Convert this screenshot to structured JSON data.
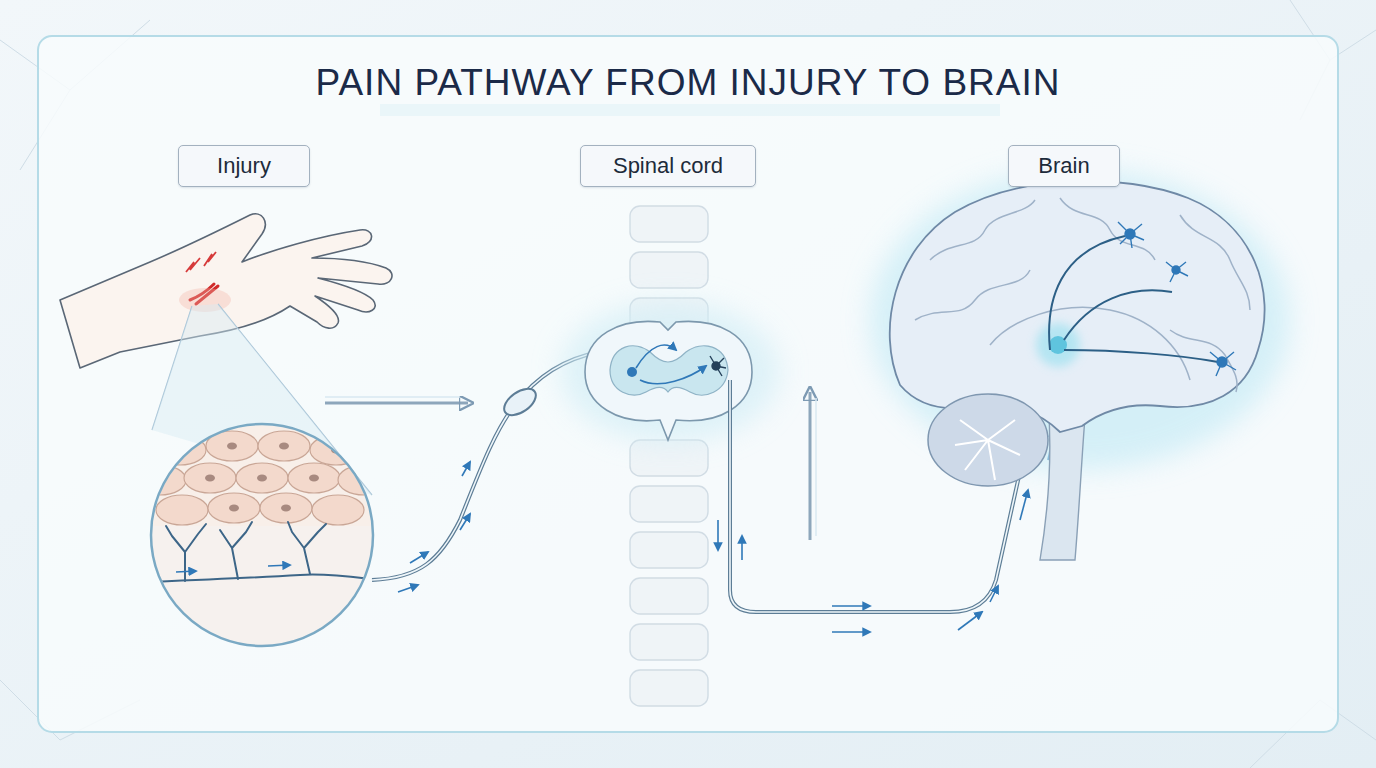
{
  "diagram": {
    "title": "PAIN PATHWAY FROM INJURY TO BRAIN",
    "nodes": [
      {
        "text": [
          "Injury"
        ]
      },
      {
        "text": [
          "Spinal cord"
        ]
      },
      {
        "text": [
          "Brain"
        ]
      }
    ]
  }
}
